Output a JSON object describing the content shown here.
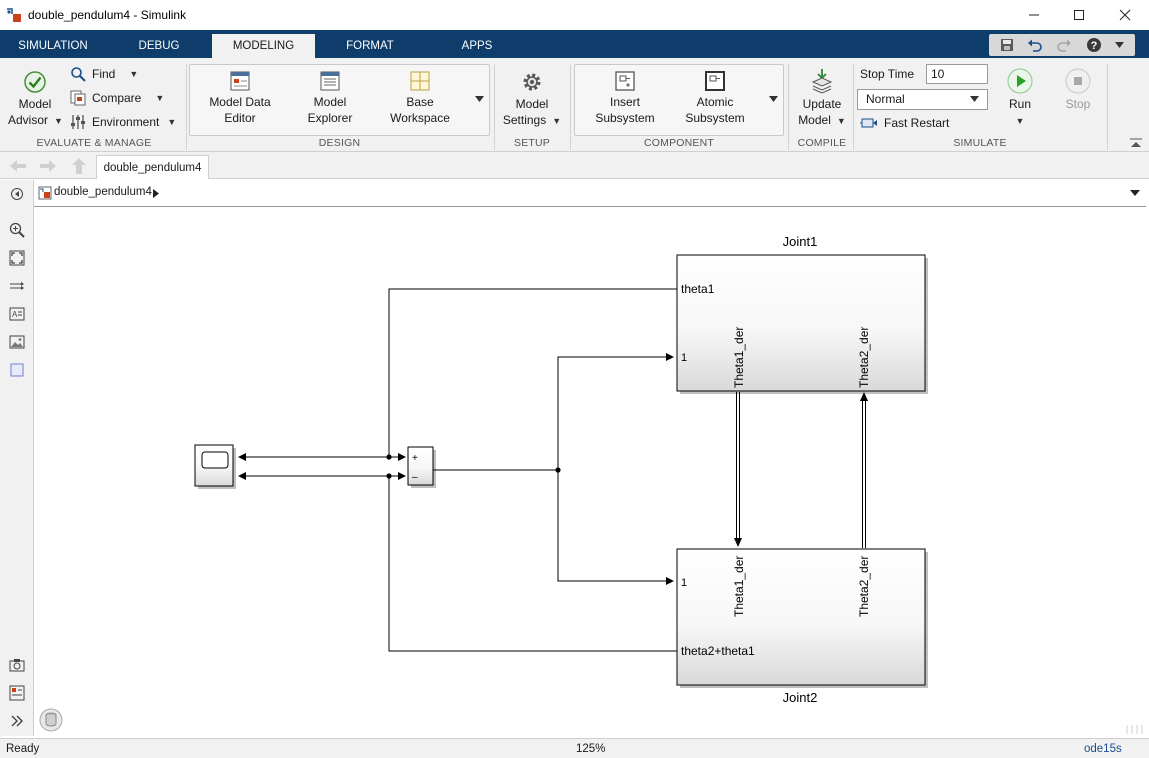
{
  "window": {
    "title": "double_pendulum4 - Simulink",
    "controls": [
      "minimize",
      "maximize",
      "close"
    ]
  },
  "ribbon_tabs": [
    {
      "label": "SIMULATION",
      "active": false
    },
    {
      "label": "DEBUG",
      "active": false
    },
    {
      "label": "MODELING",
      "active": true
    },
    {
      "label": "FORMAT",
      "active": false
    },
    {
      "label": "APPS",
      "active": false
    }
  ],
  "ribbon": {
    "evaluate": {
      "group_label": "EVALUATE & MANAGE",
      "model_advisor": {
        "line1": "Model",
        "line2": "Advisor"
      },
      "find": "Find",
      "compare": "Compare",
      "environment": "Environment"
    },
    "design": {
      "group_label": "DESIGN",
      "model_data_editor": {
        "line1": "Model Data",
        "line2": "Editor"
      },
      "model_explorer": {
        "line1": "Model",
        "line2": "Explorer"
      },
      "base_workspace": {
        "line1": "Base",
        "line2": "Workspace"
      }
    },
    "setup": {
      "group_label": "SETUP",
      "model_settings": {
        "line1": "Model",
        "line2": "Settings"
      }
    },
    "component": {
      "group_label": "COMPONENT",
      "insert_subsystem": {
        "line1": "Insert",
        "line2": "Subsystem"
      },
      "atomic_subsystem": {
        "line1": "Atomic",
        "line2": "Subsystem"
      }
    },
    "compile": {
      "group_label": "COMPILE",
      "update_model": {
        "line1": "Update",
        "line2": "Model"
      }
    },
    "simulate": {
      "group_label": "SIMULATE",
      "stop_time_label": "Stop Time",
      "stop_time_value": "10",
      "mode": "Normal",
      "fast_restart": "Fast Restart",
      "run": "Run",
      "stop": "Stop"
    }
  },
  "editor": {
    "doc_tab": "double_pendulum4",
    "breadcrumb": "double_pendulum4"
  },
  "diagram": {
    "joint1": {
      "name": "Joint1",
      "in_theta": "theta1",
      "in_port": "1",
      "out1": "Theta1_der",
      "out2": "Theta2_der"
    },
    "joint2": {
      "name": "Joint2",
      "in_port": "1",
      "in_theta": "theta2+theta1",
      "in1": "Theta1_der",
      "in2": "Theta2_der"
    },
    "sum": {
      "plus": "+",
      "minus": "–"
    }
  },
  "status": {
    "left": "Ready",
    "zoom": "125%",
    "solver": "ode15s"
  },
  "colors": {
    "tab_bar": "#0e3d6b",
    "ribbon": "#f1f1f1",
    "run_green": "#2aa22a",
    "solver_link": "#1a4f8b"
  }
}
